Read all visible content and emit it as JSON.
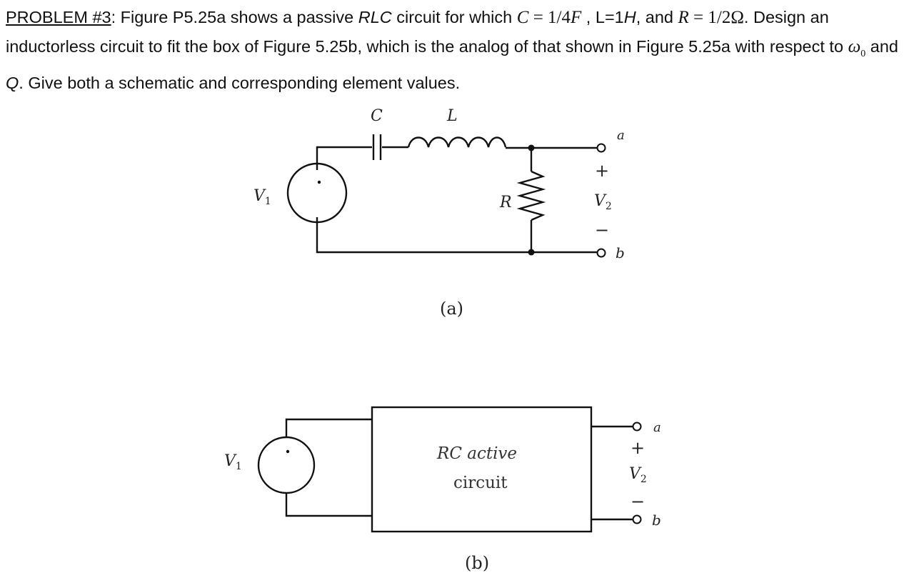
{
  "problem": {
    "label": "PROBLEM #3",
    "seg1": ":  Figure P5.25a shows a passive ",
    "rlc": "RLC",
    "seg2": " circuit for which ",
    "c_eq": "C",
    "c_val": " = 1/4",
    "c_unit": "F",
    "seg3": " , L=1",
    "h_unit": "H",
    "seg4": ", and ",
    "r_eq": "R",
    "r_val": " = 1/2Ω",
    "seg5": ".  Design an inductorless circuit to fit the box of Figure 5.25b, which is the analog of that shown in Figure 5.25a with respect to ",
    "omega": "ω",
    "omega_sub": "0",
    "seg6": " and ",
    "q": "Q",
    "seg7": ".  Give both a schematic and corresponding element values."
  },
  "figure_a": {
    "c_label": "C",
    "l_label": "L",
    "r_label": "R",
    "v1_label": "V",
    "v1_sub": "1",
    "v2_label": "V",
    "v2_sub": "2",
    "plus": "+",
    "minus": "−",
    "node_a": "a",
    "node_b": "b",
    "caption": "(a)"
  },
  "figure_b": {
    "box_line1": "RC active",
    "box_line2": "circuit",
    "v1_label": "V",
    "v1_sub": "1",
    "v2_label": "V",
    "v2_sub": "2",
    "plus": "+",
    "minus": "−",
    "node_a": "a",
    "node_b": "b",
    "caption": "(b)"
  }
}
